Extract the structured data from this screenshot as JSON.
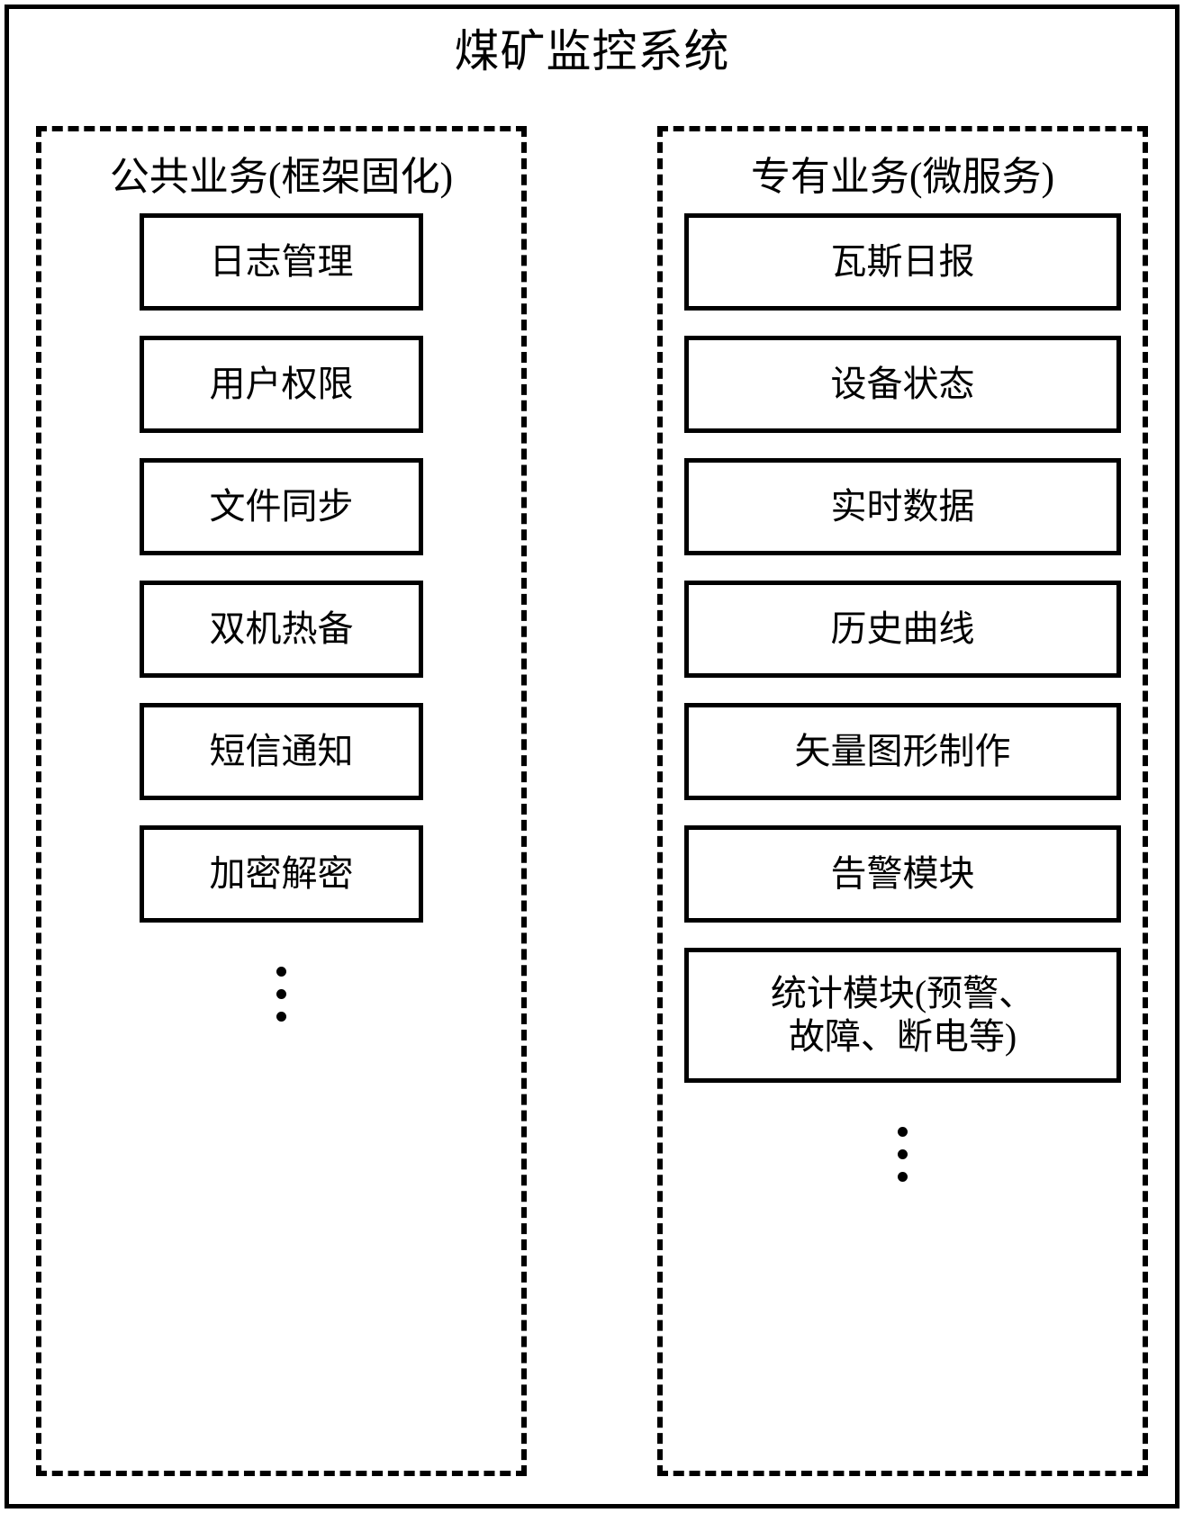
{
  "diagram": {
    "title": "煤矿监控系统",
    "groups": [
      {
        "id": "public",
        "title": "公共业务(框架固化)",
        "modules": [
          {
            "label": "日志管理"
          },
          {
            "label": "用户权限"
          },
          {
            "label": "文件同步"
          },
          {
            "label": "双机热备"
          },
          {
            "label": "短信通知"
          },
          {
            "label": "加密解密"
          }
        ],
        "continuation": "⋮"
      },
      {
        "id": "private",
        "title": "专有业务(微服务)",
        "modules": [
          {
            "label": "瓦斯日报"
          },
          {
            "label": "设备状态"
          },
          {
            "label": "实时数据"
          },
          {
            "label": "历史曲线"
          },
          {
            "label": "矢量图形制作"
          },
          {
            "label": "告警模块"
          },
          {
            "label": "统计模块(预警、\n故障、断电等)"
          }
        ],
        "continuation": "⋮"
      }
    ],
    "colors": {
      "stroke": "#000000",
      "background": "#ffffff",
      "text": "#000000"
    }
  }
}
